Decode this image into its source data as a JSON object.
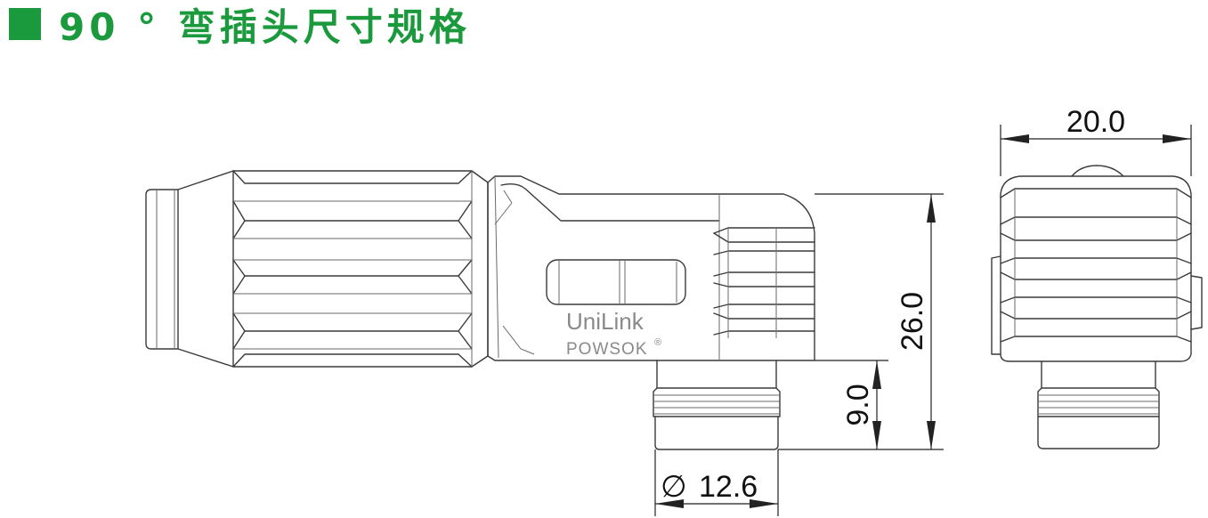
{
  "title": {
    "text": "90 ° 弯插头尺寸规格",
    "color": "#1a9a3c"
  },
  "drawing": {
    "brand_primary": "UniLink",
    "brand_secondary": "POWSOK",
    "brand_mark": "®",
    "diameter_symbol": "∅",
    "dimensions": {
      "width": "20.0",
      "height": "26.0",
      "thread_length": "9.0",
      "diameter": "12.6"
    }
  }
}
